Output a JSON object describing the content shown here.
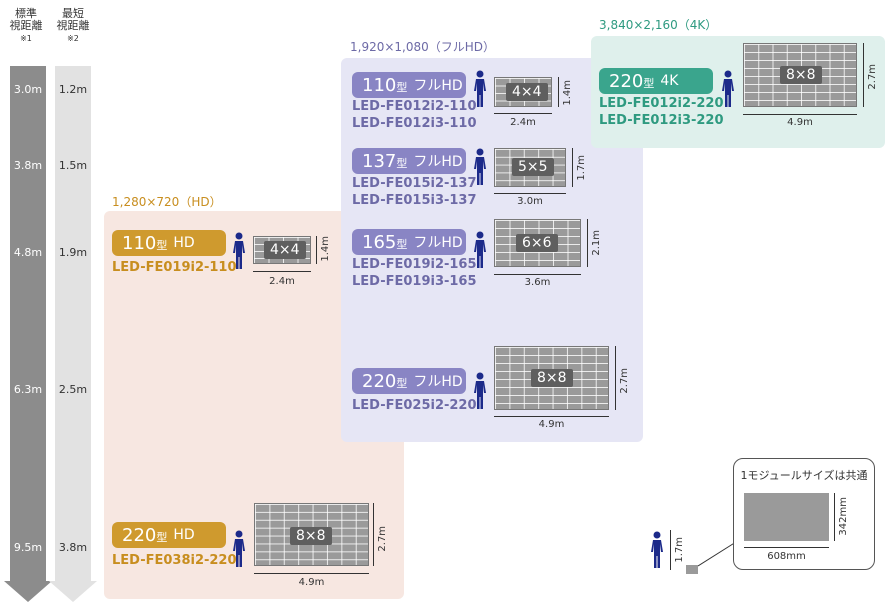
{
  "colors": {
    "hd_panel": "#f7e7e1",
    "fullhd_panel": "#e6e6f5",
    "k4_panel": "#dff0ec",
    "hd_badge": "#cf9a2e",
    "fullhd_badge": "#8985c4",
    "k4_badge": "#3aa58d",
    "hd_text": "#c88e1f",
    "fullhd_text": "#6d6aa6",
    "k4_text": "#2e9a80",
    "person": "#1c2a8a"
  },
  "columns": {
    "standard_header": "標準\n視距離",
    "standard_note": "※1",
    "minimum_header": "最短\n視距離",
    "minimum_note": "※2"
  },
  "distances": {
    "standard": [
      "3.0m",
      "3.8m",
      "4.8m",
      "6.3m",
      "9.5m"
    ],
    "minimum": [
      "1.2m",
      "1.5m",
      "1.9m",
      "2.5m",
      "3.8m"
    ]
  },
  "hd": {
    "label": "1,280×720（HD）",
    "items": [
      {
        "size": "110",
        "kata": "型",
        "type": "HD",
        "models": [
          "LED-FE019i2-110"
        ],
        "grid": "4×4",
        "width": "2.4m",
        "height": "1.4m"
      },
      {
        "size": "220",
        "kata": "型",
        "type": "HD",
        "models": [
          "LED-FE038i2-220"
        ],
        "grid": "8×8",
        "width": "4.9m",
        "height": "2.7m"
      }
    ]
  },
  "fullhd": {
    "label": "1,920×1,080（フルHD）",
    "items": [
      {
        "size": "110",
        "kata": "型",
        "type": "フルHD",
        "models": [
          "LED-FE012i2-110",
          "LED-FE012i3-110"
        ],
        "grid": "4×4",
        "width": "2.4m",
        "height": "1.4m"
      },
      {
        "size": "137",
        "kata": "型",
        "type": "フルHD",
        "models": [
          "LED-FE015i2-137",
          "LED-FE015i3-137"
        ],
        "grid": "5×5",
        "width": "3.0m",
        "height": "1.7m"
      },
      {
        "size": "165",
        "kata": "型",
        "type": "フルHD",
        "models": [
          "LED-FE019i2-165",
          "LED-FE019i3-165"
        ],
        "grid": "6×6",
        "width": "3.6m",
        "height": "2.1m"
      },
      {
        "size": "220",
        "kata": "型",
        "type": "フルHD",
        "models": [
          "LED-FE025i2-220"
        ],
        "grid": "8×8",
        "width": "4.9m",
        "height": "2.7m"
      }
    ]
  },
  "k4": {
    "label": "3,840×2,160（4K）",
    "items": [
      {
        "size": "220",
        "kata": "型",
        "type": "4K",
        "models": [
          "LED-FE012i2-220",
          "LED-FE012i3-220"
        ],
        "grid": "8×8",
        "width": "4.9m",
        "height": "2.7m"
      }
    ]
  },
  "module": {
    "title": "1モジュールサイズは共通",
    "width": "608mm",
    "height": "342mm",
    "person_height": "1.7m"
  }
}
